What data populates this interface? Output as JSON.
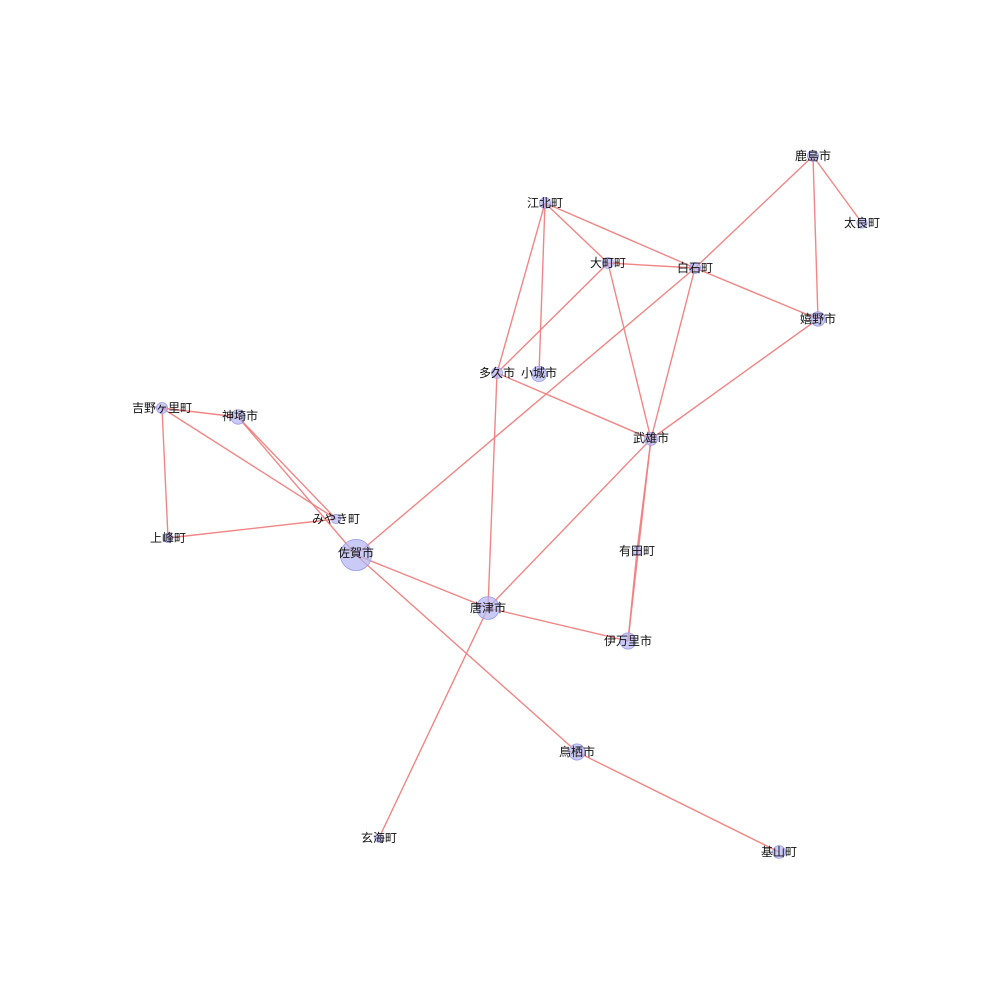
{
  "colors": {
    "edge": "#f08080",
    "node_fill": "#b3b3f2",
    "node_stroke": "#9b9be8",
    "label": "#111111",
    "background": "#ffffff"
  },
  "nodes": [
    {
      "id": "saga",
      "label": "佐賀市",
      "size": 3
    },
    {
      "id": "karatsu",
      "label": "唐津市",
      "size": 2
    },
    {
      "id": "tosu",
      "label": "鳥栖市",
      "size": 1.2
    },
    {
      "id": "taku",
      "label": "多久市",
      "size": 0.6
    },
    {
      "id": "imari",
      "label": "伊万里市",
      "size": 1.2
    },
    {
      "id": "takeo",
      "label": "武雄市",
      "size": 0.8
    },
    {
      "id": "kashima",
      "label": "鹿島市",
      "size": 0.6
    },
    {
      "id": "ogi",
      "label": "小城市",
      "size": 1.1
    },
    {
      "id": "ureshino",
      "label": "嬉野市",
      "size": 1
    },
    {
      "id": "kanzaki",
      "label": "神埼市",
      "size": 1
    },
    {
      "id": "yoshinogari",
      "label": "吉野ヶ里町",
      "size": 0.6
    },
    {
      "id": "kiyama",
      "label": "基山町",
      "size": 0.8
    },
    {
      "id": "kamimine",
      "label": "上峰町",
      "size": 0.4
    },
    {
      "id": "miyaki",
      "label": "みやき町",
      "size": 0.4
    },
    {
      "id": "genkai",
      "label": "玄海町",
      "size": 0.3
    },
    {
      "id": "arita",
      "label": "有田町",
      "size": 0.3
    },
    {
      "id": "omachi",
      "label": "大町町",
      "size": 0.6
    },
    {
      "id": "kohoku",
      "label": "江北町",
      "size": 0.6
    },
    {
      "id": "shiroishi",
      "label": "白石町",
      "size": 0.6
    },
    {
      "id": "tara",
      "label": "太良町",
      "size": 0.5
    }
  ],
  "edges": [
    [
      "saga",
      "karatsu"
    ],
    [
      "saga",
      "tosu"
    ],
    [
      "saga",
      "kanzaki"
    ],
    [
      "saga",
      "shiroishi"
    ],
    [
      "karatsu",
      "takeo"
    ],
    [
      "karatsu",
      "imari"
    ],
    [
      "karatsu",
      "genkai"
    ],
    [
      "karatsu",
      "taku"
    ],
    [
      "tosu",
      "kiyama"
    ],
    [
      "taku",
      "kohoku"
    ],
    [
      "taku",
      "omachi"
    ],
    [
      "taku",
      "takeo"
    ],
    [
      "ogi",
      "kohoku"
    ],
    [
      "kohoku",
      "omachi"
    ],
    [
      "kohoku",
      "shiroishi"
    ],
    [
      "omachi",
      "shiroishi"
    ],
    [
      "omachi",
      "takeo"
    ],
    [
      "shiroishi",
      "takeo"
    ],
    [
      "shiroishi",
      "kashima"
    ],
    [
      "shiroishi",
      "ureshino"
    ],
    [
      "kashima",
      "ureshino"
    ],
    [
      "kashima",
      "tara"
    ],
    [
      "ureshino",
      "takeo"
    ],
    [
      "takeo",
      "imari"
    ],
    [
      "takeo",
      "arita"
    ],
    [
      "arita",
      "imari"
    ],
    [
      "kanzaki",
      "yoshinogari"
    ],
    [
      "kanzaki",
      "miyaki"
    ],
    [
      "yoshinogari",
      "miyaki"
    ],
    [
      "yoshinogari",
      "kamimine"
    ],
    [
      "kamimine",
      "miyaki"
    ]
  ]
}
